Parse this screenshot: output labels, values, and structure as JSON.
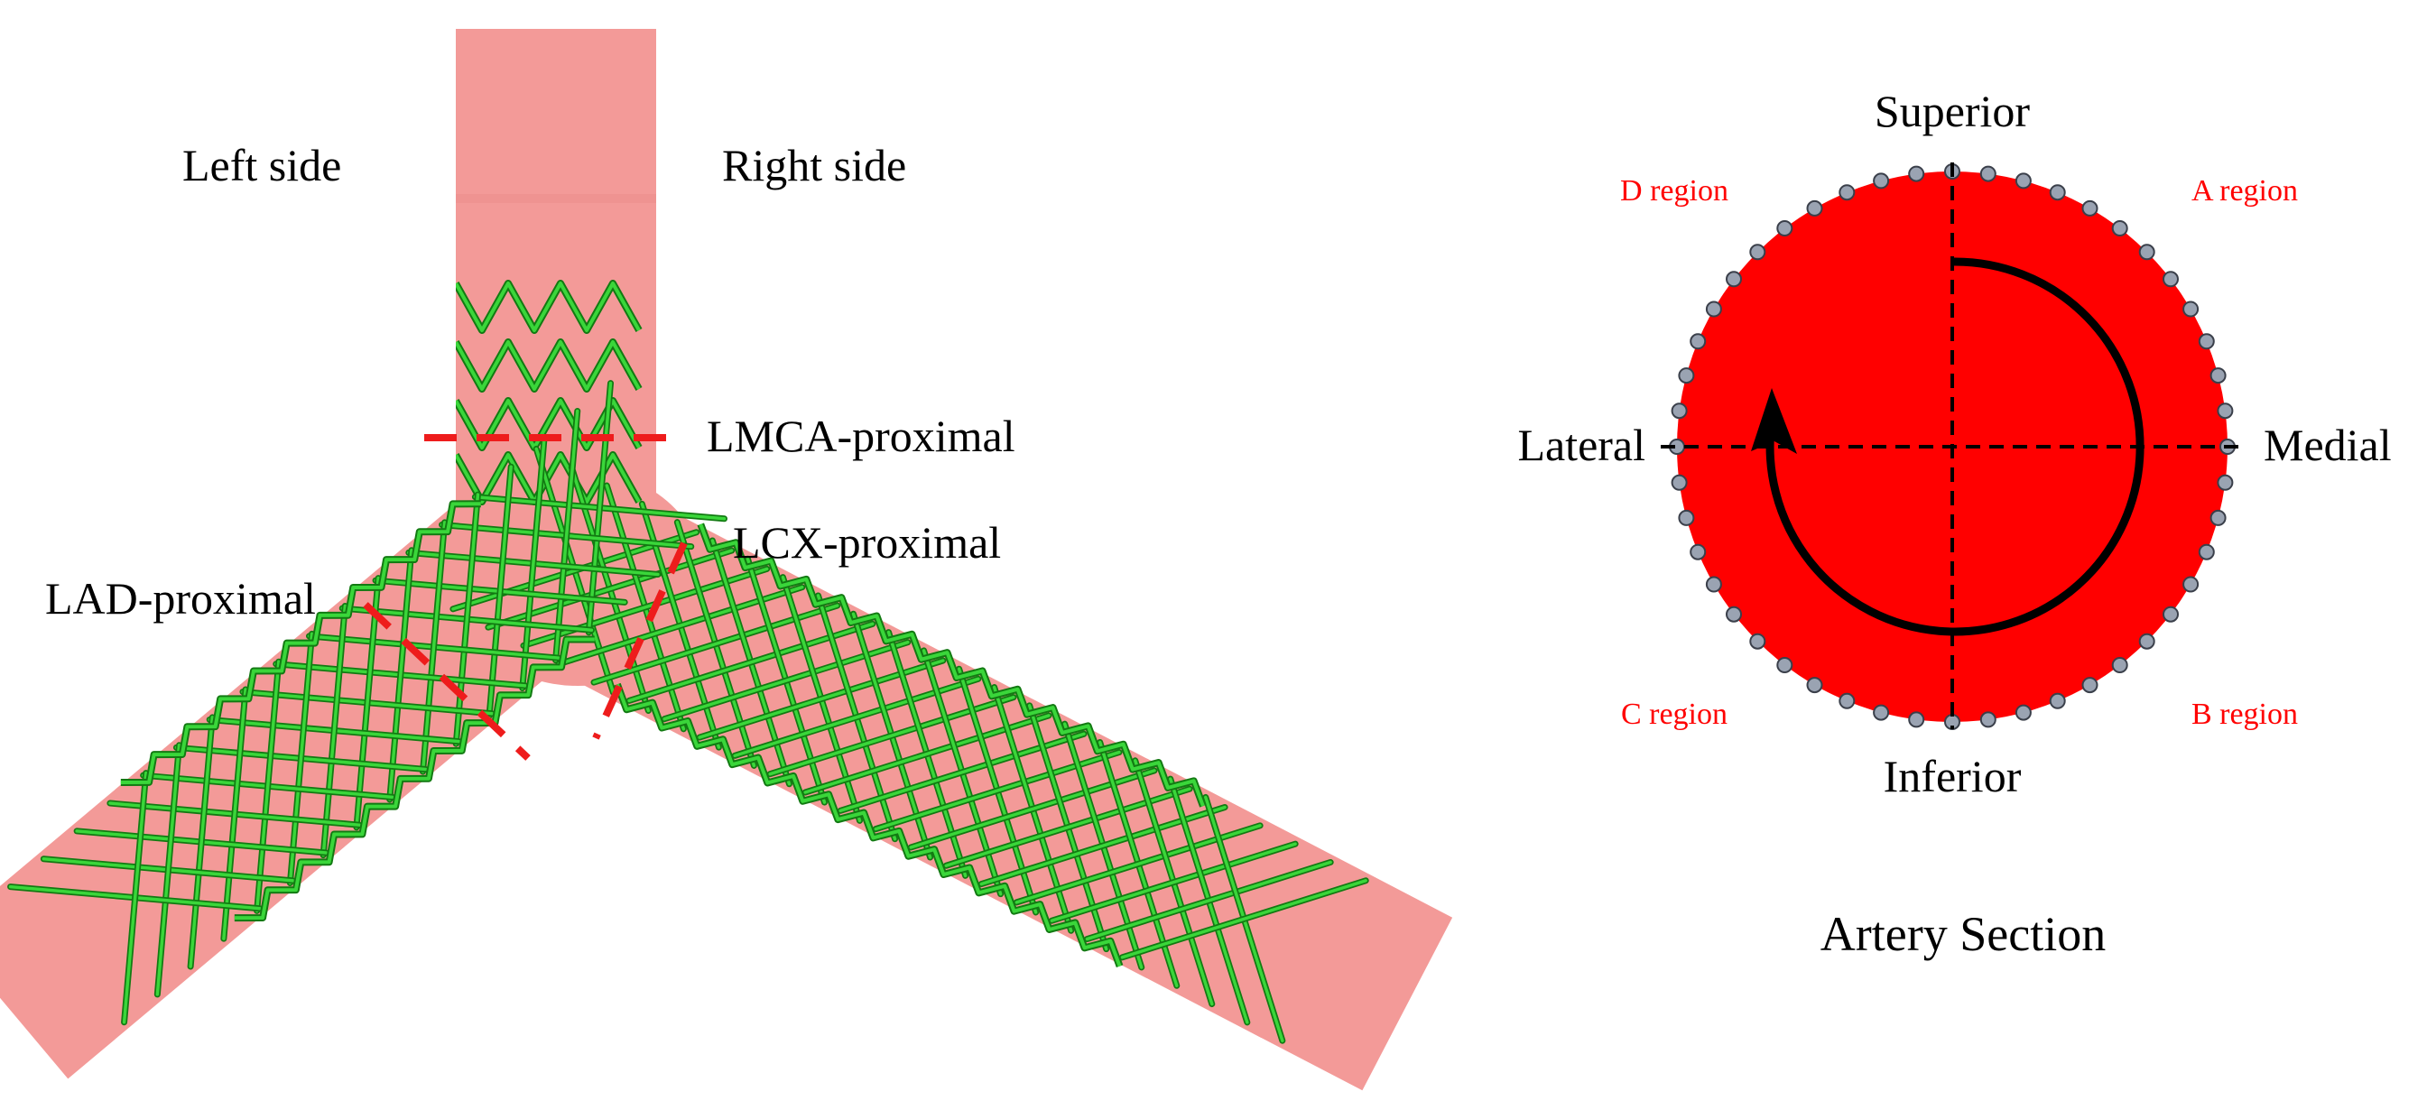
{
  "left_panel": {
    "side_labels": {
      "left": "Left side",
      "right": "Right side"
    },
    "section_labels": {
      "lmca": "LMCA-proximal",
      "lcx": "LCX-proximal",
      "lad": "LAD-proximal"
    }
  },
  "right_panel": {
    "directions": {
      "superior": "Superior",
      "inferior": "Inferior",
      "lateral": "Lateral",
      "medial": "Medial"
    },
    "regions": {
      "a": "A region",
      "b": "B region",
      "c": "C region",
      "d": "D region"
    },
    "title": "Artery Section"
  },
  "colors": {
    "vessel": "#f39a98",
    "vessel_shade": "#e98785",
    "stent": "#3ad63a",
    "stent_dark": "#127a12",
    "cut_line": "#ee1c1c",
    "section_fill": "#ff0000",
    "node_fill": "#9aa3b2",
    "node_stroke": "#3a3f4a",
    "region_text": "#ff0000",
    "axis": "#000000"
  }
}
